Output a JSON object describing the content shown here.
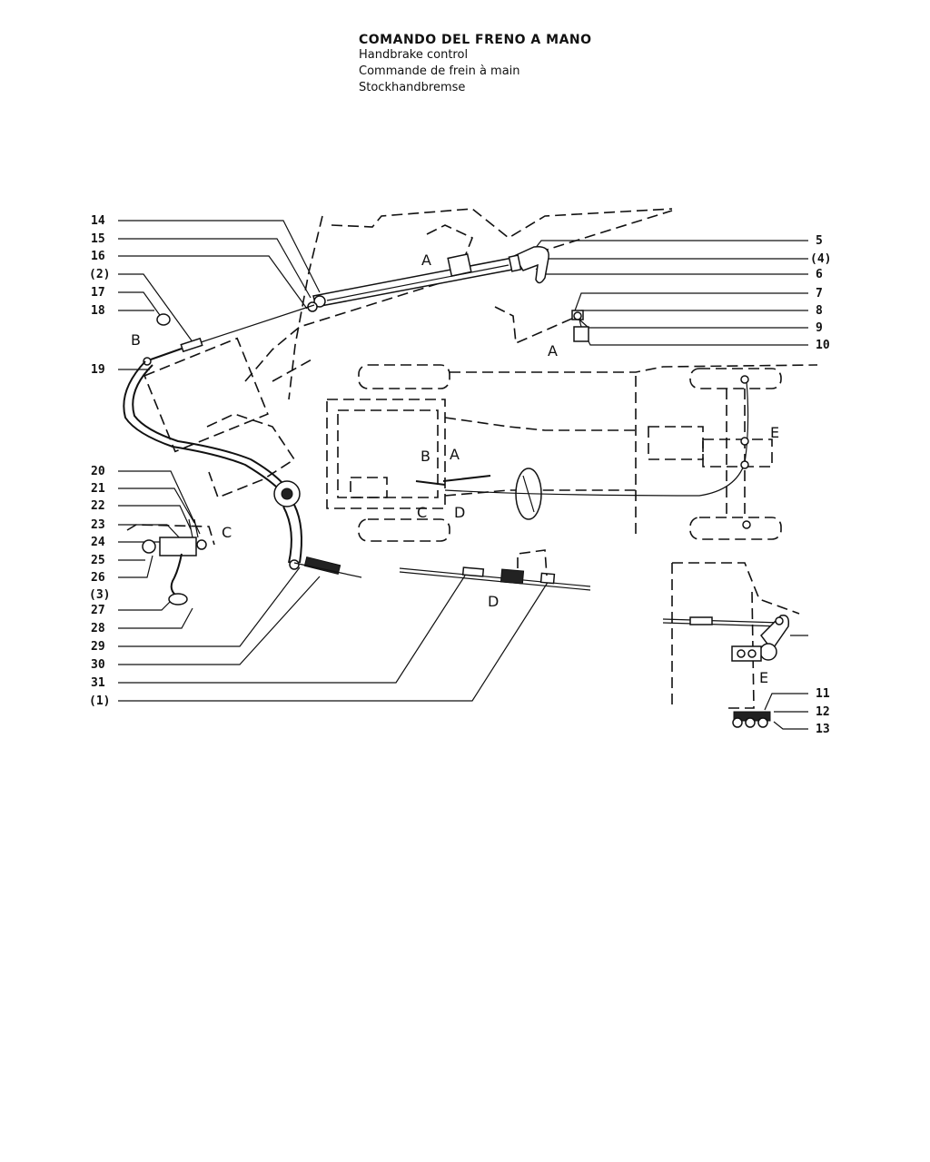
{
  "title": {
    "italian": "COMANDO DEL FRENO A MANO",
    "english": "Handbrake control",
    "french": "Commande de frein à main",
    "german": "Stockhandbremse"
  },
  "callouts_left": [
    "14",
    "15",
    "16",
    "(2)",
    "17",
    "18",
    "19",
    "20",
    "21",
    "22",
    "23",
    "24",
    "25",
    "26",
    "(3)",
    "27",
    "28",
    "29",
    "30",
    "31",
    "(1)"
  ],
  "callouts_right": [
    "5",
    "(4)",
    "6",
    "7",
    "8",
    "9",
    "10",
    "11",
    "12",
    "13"
  ],
  "view_letters": {
    "a1": "A",
    "a2": "A",
    "a3": "A",
    "b1": "B",
    "b2": "B",
    "c1": "C",
    "c2": "C",
    "d1": "D",
    "d2": "D",
    "e1": "E",
    "e2": "E"
  }
}
